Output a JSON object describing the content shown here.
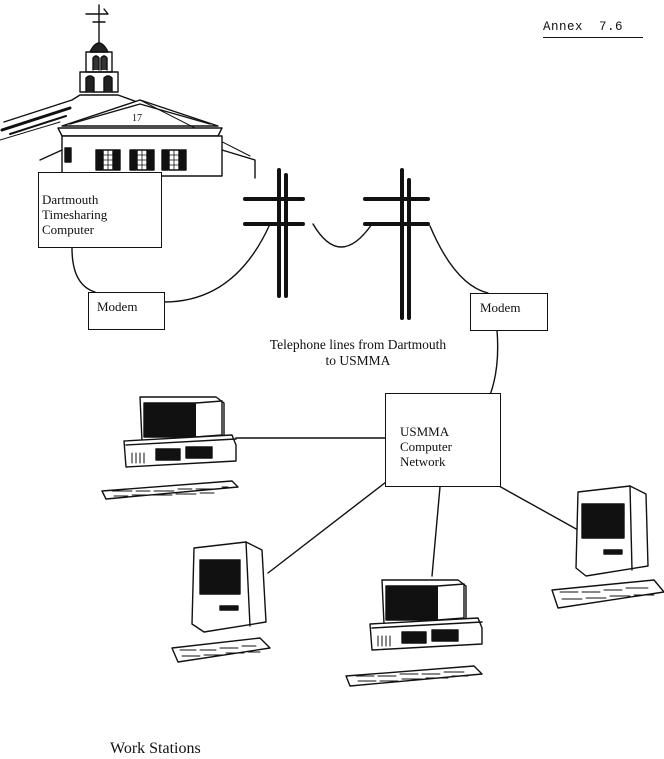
{
  "annex_label": "Annex  7.6",
  "nodes": {
    "dartmouth_computer": "Dartmouth\nTimesharing\nComputer",
    "modem_left": "Modem",
    "modem_right": "Modem",
    "telephone_caption": "Telephone lines from Dartmouth\nto USMMA",
    "usmma_network": "USMMA\nComputer\nNetwork"
  },
  "workstations_caption": "Work Stations",
  "illustrations": {
    "building": "dartmouth-hall-icon",
    "telephone_poles": "telephone-pole-icon",
    "workstations": "workstation-icon"
  }
}
